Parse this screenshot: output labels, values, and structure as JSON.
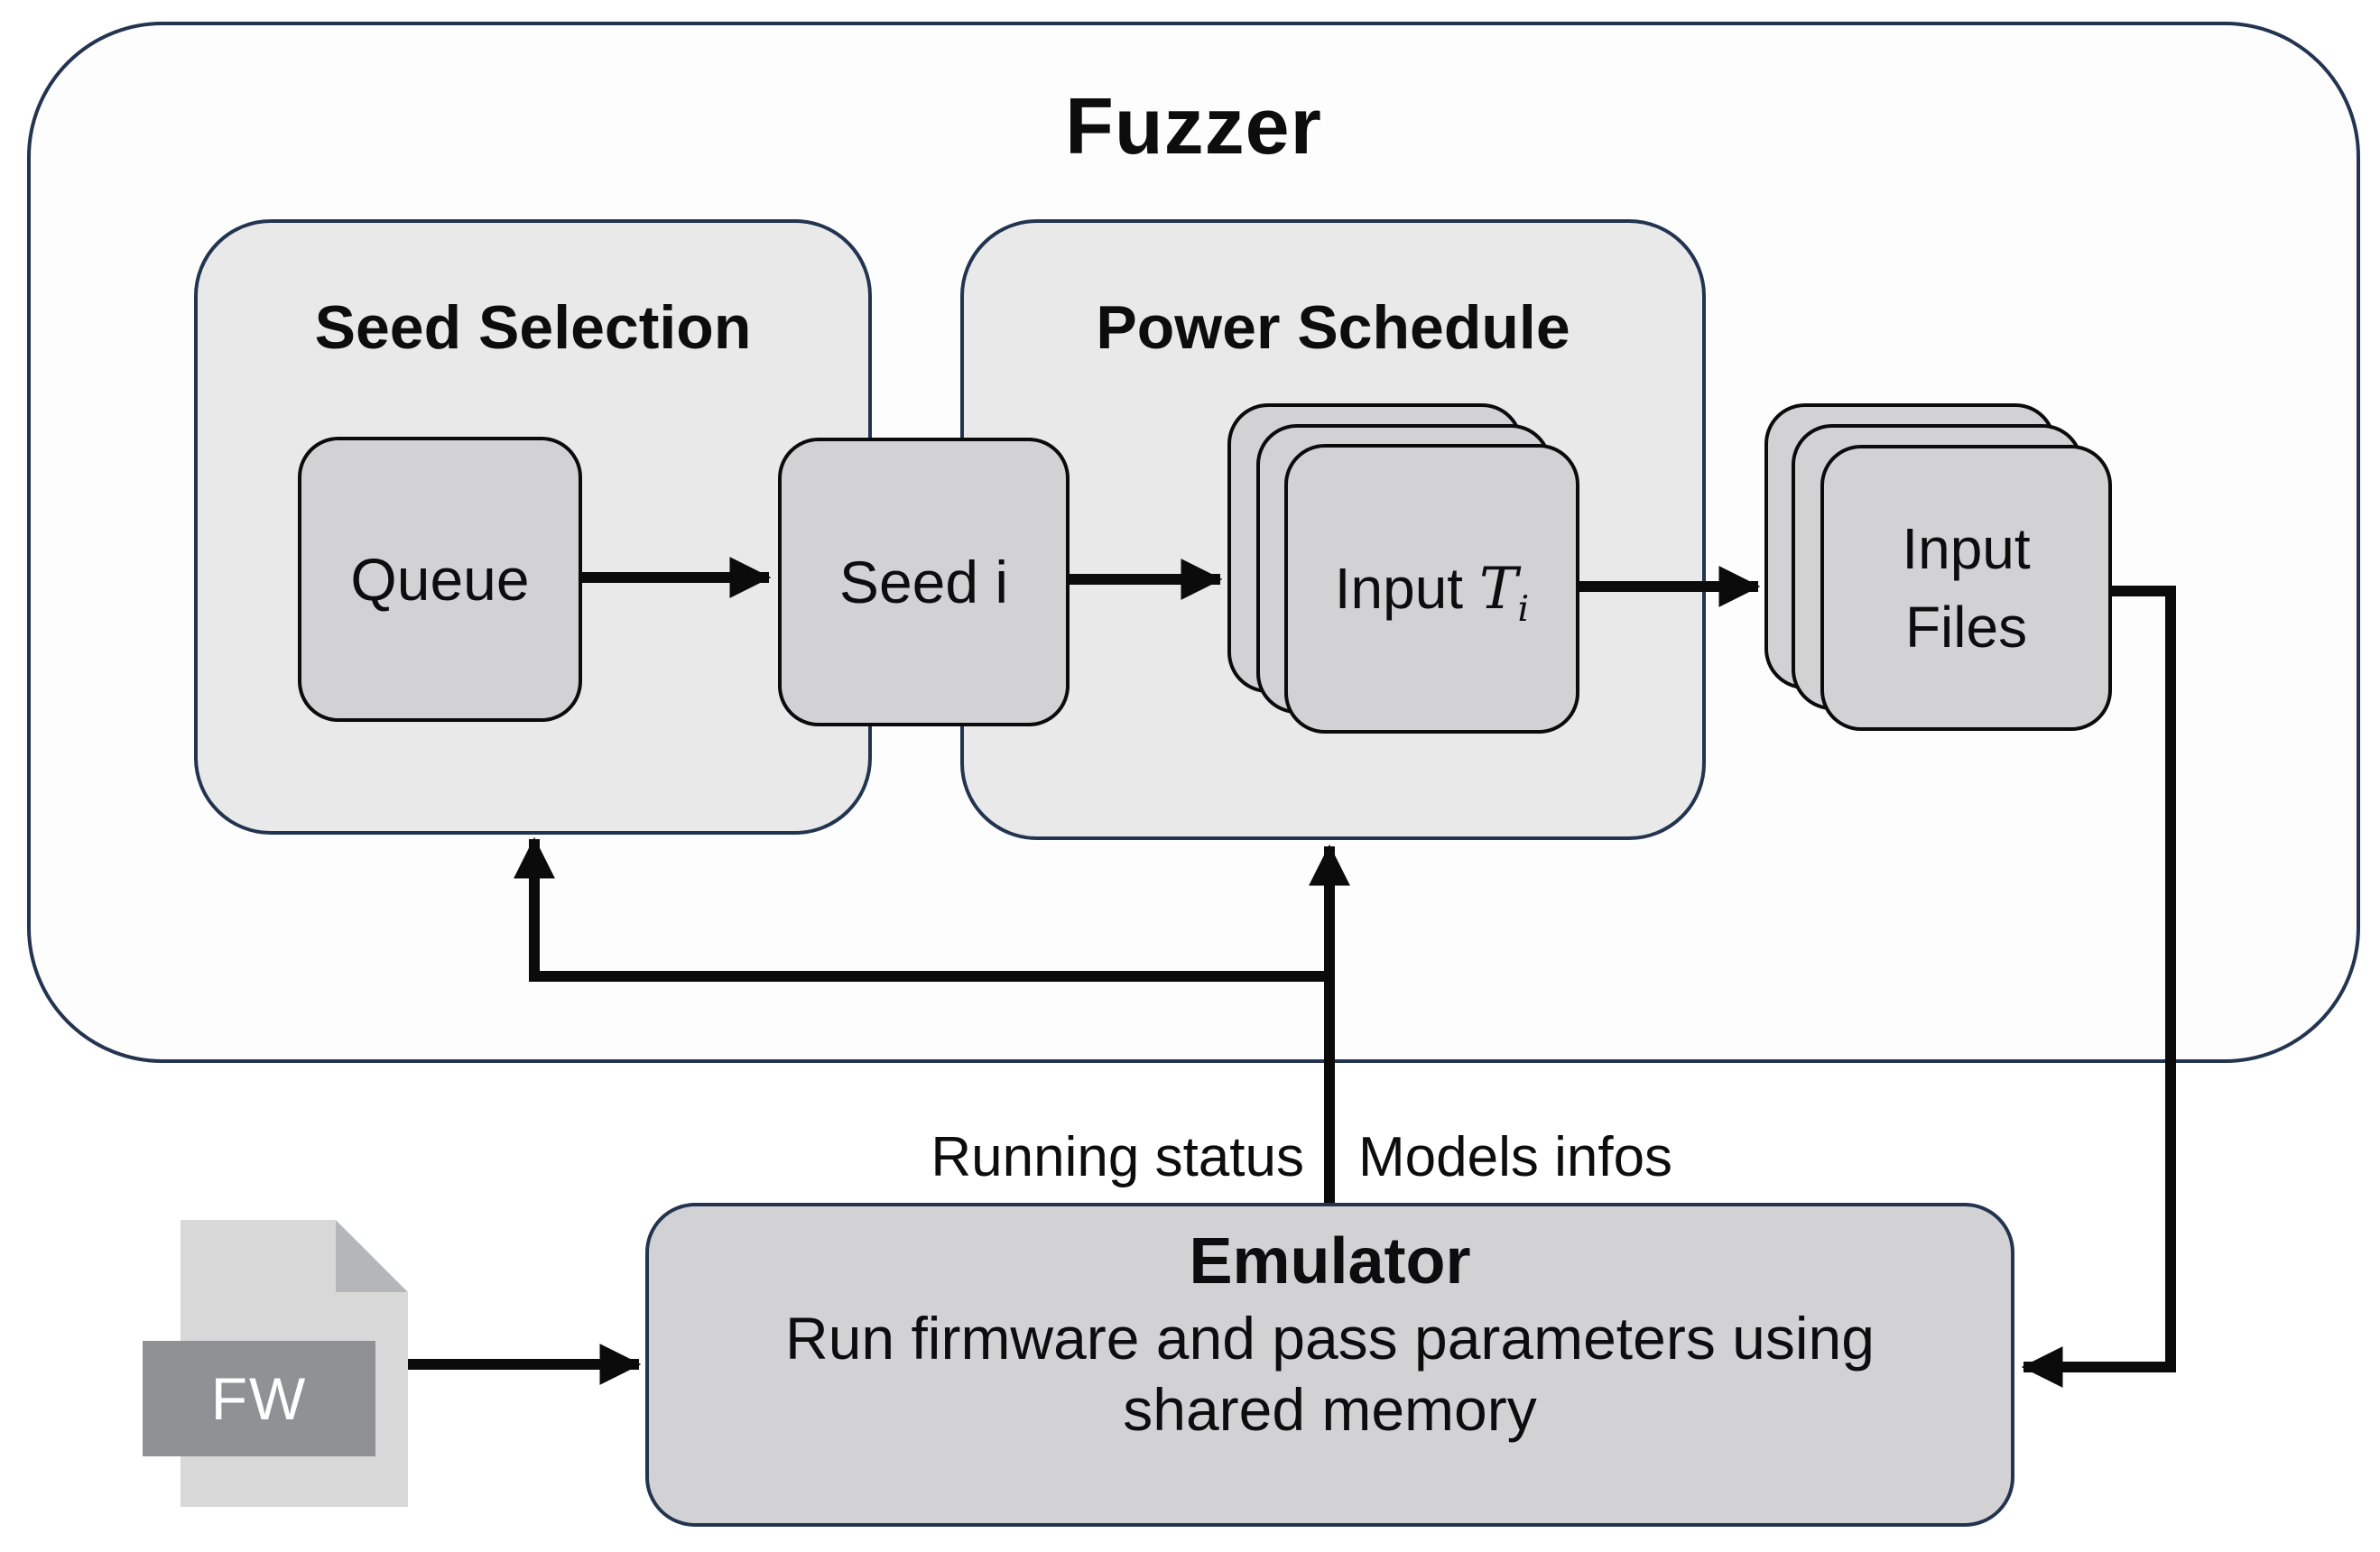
{
  "title": "Fuzzer",
  "seed_selection": {
    "title": "Seed Selection"
  },
  "power_schedule": {
    "title": "Power Schedule"
  },
  "nodes": {
    "queue": "Queue",
    "seed": "Seed i",
    "input_t": {
      "prefix": "Input ",
      "var": "T",
      "sub": "i"
    },
    "input_files": {
      "line1": "Input",
      "line2": "Files"
    }
  },
  "emulator": {
    "title": "Emulator",
    "description_line1": "Run firmware and pass parameters using",
    "description_line2": "shared memory"
  },
  "fw_file": {
    "label": "FW"
  },
  "arrow_labels": {
    "running_status": "Running status",
    "models_infos": "Models infos"
  },
  "icons": {
    "fw_document": "document-with-folded-corner"
  },
  "colors": {
    "navy": "#233450",
    "arrow": "#0b0b0b",
    "container_fill": "#e9e9ea",
    "node_fill": "#d2d2d4",
    "node_border": "#0b0b0b",
    "emulator_fill": "#d2d2d4",
    "canvas_bg": "#ffffff",
    "fuzzer_fill": "#fdfdfe",
    "fw_body": "#d8d8d8",
    "fw_fold": "#b4b6b9",
    "fw_banner": "#8f9194",
    "fw_text": "#ffffff",
    "text": "#0d0d0d"
  }
}
